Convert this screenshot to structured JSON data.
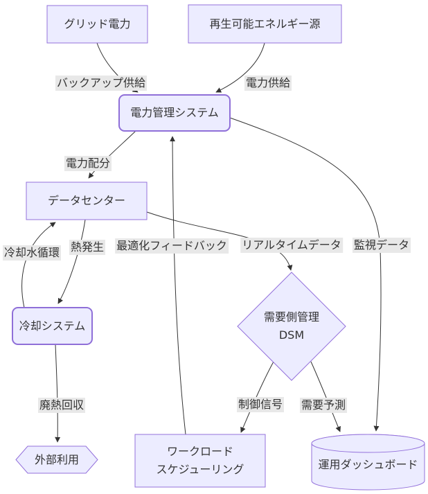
{
  "diagram": {
    "type": "flowchart",
    "colors": {
      "node_fill": "#ECECFF",
      "node_border": "#9370DB",
      "edge_line": "#333333",
      "edge_label_bg": "#e8e8e8",
      "text": "#333333",
      "background": "#ffffff"
    },
    "nodes": {
      "grid_power": {
        "label": "グリッド電力",
        "shape": "rectangle"
      },
      "renewable_energy": {
        "label": "再生可能エネルギー源",
        "shape": "rectangle"
      },
      "power_management": {
        "label": "電力管理システム",
        "shape": "rounded-rectangle"
      },
      "data_center": {
        "label": "データセンター",
        "shape": "rectangle"
      },
      "cooling_system": {
        "label": "冷却システム",
        "shape": "rounded-rectangle"
      },
      "demand_side_management": {
        "line1": "需要側管理",
        "line2": "DSM",
        "shape": "diamond"
      },
      "external_use": {
        "label": "外部利用",
        "shape": "hexagon"
      },
      "workload_scheduling": {
        "line1": "ワークロード",
        "line2": "スケジューリング",
        "shape": "rectangle"
      },
      "operations_dashboard": {
        "label": "運用ダッシュボード",
        "shape": "cylinder"
      }
    },
    "edges": [
      {
        "from": "grid_power",
        "to": "power_management",
        "label": "バックアップ供給"
      },
      {
        "from": "renewable_energy",
        "to": "power_management",
        "label": "電力供給"
      },
      {
        "from": "power_management",
        "to": "data_center",
        "label": "電力配分"
      },
      {
        "from": "data_center",
        "to": "cooling_system",
        "label": "熱発生"
      },
      {
        "from": "cooling_system",
        "to": "data_center",
        "label": "冷却水循環"
      },
      {
        "from": "cooling_system",
        "to": "external_use",
        "label": "廃熱回収"
      },
      {
        "from": "workload_scheduling",
        "to": "power_management",
        "label": "最適化フィードバック"
      },
      {
        "from": "data_center",
        "to": "demand_side_management",
        "label": "リアルタイムデータ"
      },
      {
        "from": "demand_side_management",
        "to": "workload_scheduling",
        "label": "制御信号"
      },
      {
        "from": "demand_side_management",
        "to": "operations_dashboard",
        "label": "需要予測"
      },
      {
        "from": "power_management",
        "to": "operations_dashboard",
        "label": "監視データ"
      }
    ]
  }
}
